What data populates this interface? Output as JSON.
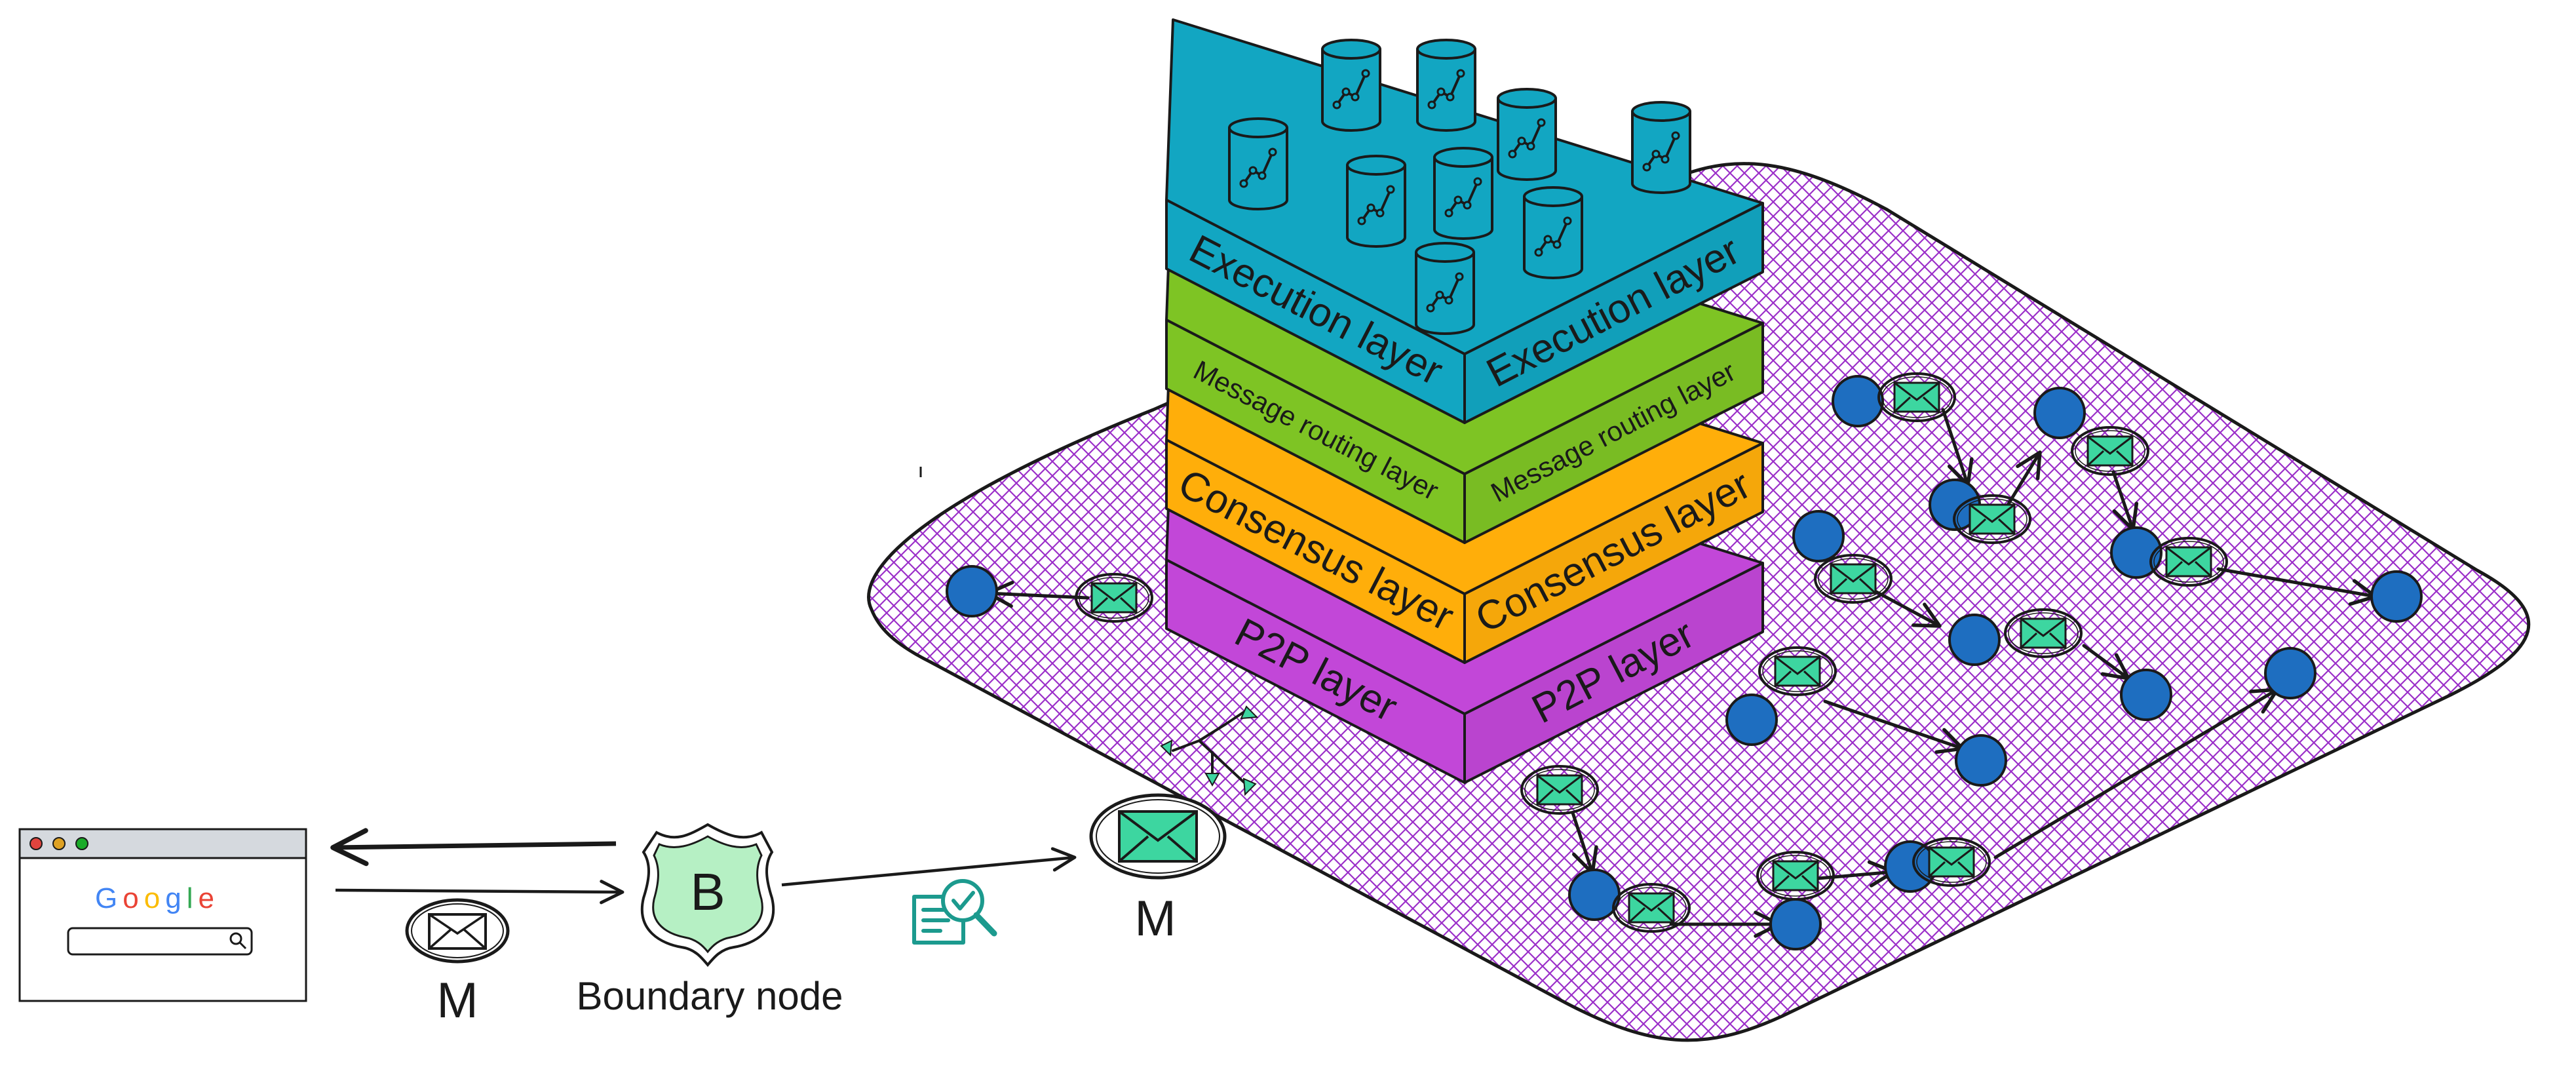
{
  "browser": {
    "logo_text": "Google",
    "logo_letters": [
      "G",
      "o",
      "o",
      "g",
      "l",
      "e"
    ],
    "logo_colors": [
      "#4285F4",
      "#EA4335",
      "#FBBC05",
      "#4285F4",
      "#34A853",
      "#EA4335"
    ],
    "dot_colors": [
      "#E0443E",
      "#DEA123",
      "#1AAB29"
    ],
    "titlebar_color": "#D5D9DE"
  },
  "message_label_left": "M",
  "boundary_node": {
    "letter": "B",
    "label": "Boundary node",
    "shield_color": "#B6F0C4"
  },
  "message_label_right": "M",
  "layers": [
    {
      "name": "Execution layer",
      "left_label": "Execution layer",
      "right_label": "Execution layer",
      "color": "#12A6C2"
    },
    {
      "name": "Message routing layer",
      "left_label": "Message routing layer",
      "right_label": "Message routing layer",
      "color": "#7EC424"
    },
    {
      "name": "Consensus layer",
      "left_label": "Consensus layer",
      "right_label": "Consensus layer",
      "color": "#FFAE0A"
    },
    {
      "name": "P2P layer",
      "left_label": "P2P layer",
      "right_label": "P2P layer",
      "color": "#C247D8"
    }
  ],
  "colors": {
    "network_hatch": "#9B2FC9",
    "node_fill": "#1E6EC0",
    "envelope_fill": "#3DD6A0",
    "inspect_icon": "#1C9A8E",
    "stroke": "#1a1a1a"
  },
  "icons": [
    "browser-window-icon",
    "envelope-icon",
    "shield-icon",
    "document-check-icon",
    "database-icon",
    "network-node-icon",
    "broadcast-arrows-icon"
  ]
}
